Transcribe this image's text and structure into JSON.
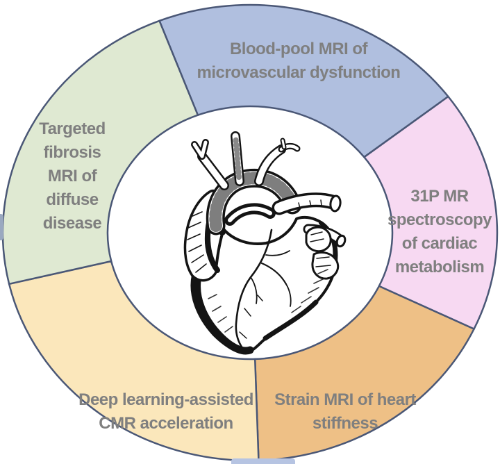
{
  "ring": {
    "border_color": "#4a5776",
    "label_color": "#7f7f7f",
    "segments": [
      {
        "id": "blood-pool-mri",
        "label": "Blood-pool MRI of\nmicrovascular dysfunction",
        "color": "#b0bfdf"
      },
      {
        "id": "31p-spectroscopy",
        "label": "31P MR\nspectroscopy\nof cardiac\nmetabolism",
        "color": "#f7d9f2"
      },
      {
        "id": "strain-mri",
        "label": "Strain MRI of heart\nstiffness",
        "color": "#eec086"
      },
      {
        "id": "deep-learning-cmr",
        "label": "Deep learning-assisted\nCMR acceleration",
        "color": "#fbe7bb"
      },
      {
        "id": "fibrosis-mri",
        "label": "Targeted\nfibrosis\nMRI of\ndiffuse\ndisease",
        "color": "#dfe9d2"
      }
    ]
  },
  "center": {
    "icon": "anatomical-heart-line-art",
    "ink_color": "#141414",
    "background": "#ffffff"
  },
  "artifacts": {
    "left_sliver_color": "#9aa8c0",
    "bottom_sliver_color": "#b6c4e2"
  }
}
